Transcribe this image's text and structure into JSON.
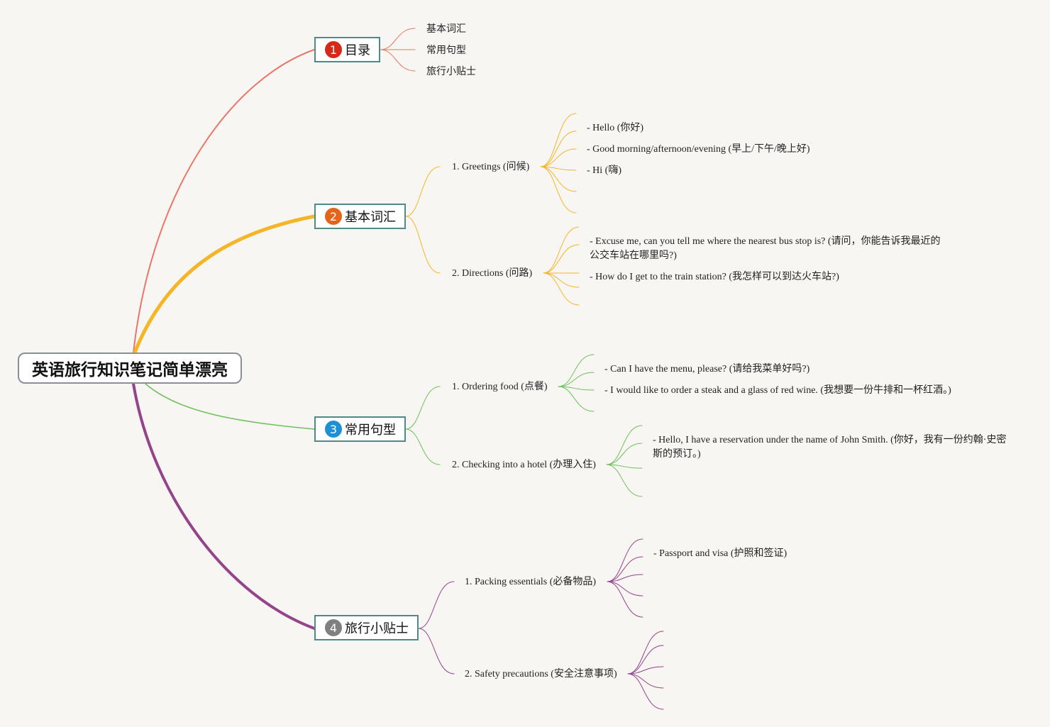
{
  "root": {
    "title": "英语旅行知识笔记简单漂亮"
  },
  "branches": [
    {
      "id": "b1",
      "number": "1",
      "label": "目录",
      "color": "#e9766a",
      "badge": "#d42a17",
      "children": [
        {
          "label": "基本词汇"
        },
        {
          "label": "常用句型"
        },
        {
          "label": "旅行小贴士"
        }
      ]
    },
    {
      "id": "b2",
      "number": "2",
      "label": "基本词汇",
      "color": "#f6b526",
      "badge": "#e3641a",
      "children": [
        {
          "label": "1. Greetings (问候)",
          "items": [
            "- Hello (你好)",
            "- Good morning/afternoon/evening (早上/下午/晚上好)",
            "- Hi (嗨)"
          ]
        },
        {
          "label": "2. Directions (问路)",
          "items": [
            "- Excuse me, can you tell me where the nearest bus stop is? (请问，你能告诉我最近的公交车站在哪里吗?)",
            "- How do I get to the train station? (我怎样可以到达火车站?)"
          ]
        }
      ]
    },
    {
      "id": "b3",
      "number": "3",
      "label": "常用句型",
      "color": "#6cc05a",
      "badge": "#1e90d6",
      "children": [
        {
          "label": "1. Ordering food (点餐)",
          "items": [
            "- Can I have the menu, please? (请给我菜单好吗?)",
            "- I would like to order a steak and a glass of red wine. (我想要一份牛排和一杯红酒。)"
          ]
        },
        {
          "label": "2. Checking into a hotel (办理入住)",
          "items": [
            "- Hello, I have a reservation under the name of John Smith. (你好，我有一份约翰·史密斯的预订。)"
          ]
        }
      ]
    },
    {
      "id": "b4",
      "number": "4",
      "label": "旅行小贴士",
      "color": "#94448a",
      "badge": "#808080",
      "children": [
        {
          "label": "1. Packing essentials (必备物品)",
          "items": [
            "- Passport and visa (护照和签证)"
          ]
        },
        {
          "label": "2. Safety precautions (安全注意事项)",
          "items": []
        }
      ]
    }
  ]
}
